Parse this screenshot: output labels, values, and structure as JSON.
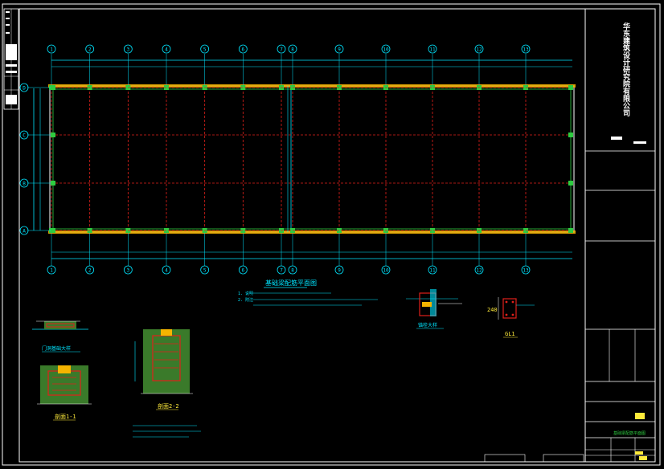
{
  "grid": {
    "top_labels": [
      "1",
      "2",
      "3",
      "4",
      "5",
      "6",
      "7",
      "8",
      "9",
      "10",
      "11",
      "12",
      "13"
    ],
    "side_labels": [
      "D",
      "C",
      "B",
      "A"
    ]
  },
  "notes": {
    "title": "基础梁配筋平面图",
    "lines": [
      "1. 说明",
      "2. 附注"
    ]
  },
  "details": {
    "d1_title": "门洞基础大样",
    "d2_title": "剖面1-1",
    "d3_title": "剖面2-2",
    "d4_title": "锚栓大样",
    "d5_title": "GL1",
    "d5_dim": "240"
  },
  "title_block": {
    "company": "华东建筑设计研究院有限公司",
    "drawing_title": "基础梁配筋平面图"
  },
  "colors": {
    "frame": "#ffffff",
    "grid_line": "#e0201a",
    "cyan": "#00e5ff",
    "green": "#2ecc40",
    "yellow": "#ffeb3b",
    "hatch": "#3a7a2a"
  }
}
